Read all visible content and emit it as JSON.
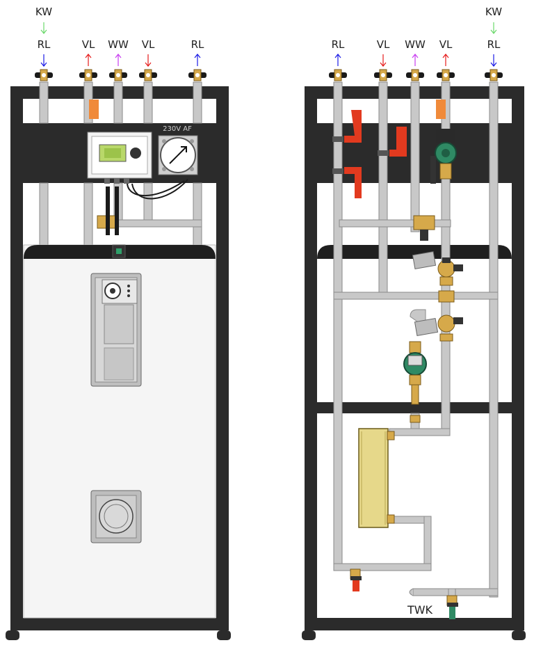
{
  "colors": {
    "frame": "#2b2b2b",
    "pipe": "#c8c8c8",
    "pipe_edge": "#8a8a8a",
    "brass": "#d6a94a",
    "hx": "#e6d88a",
    "red_handle": "#e23a1f",
    "green_pump": "#2f8a64",
    "orange_tag": "#f08a3a",
    "arrow_blue": "#1a1ae6",
    "arrow_red": "#e61a1a",
    "arrow_purple": "#c83cf0",
    "arrow_green": "#6ad86a"
  },
  "left_unit": {
    "top_labels": [
      {
        "id": "kw",
        "text": "KW",
        "arrow": "down",
        "color_key": "arrow_green"
      },
      {
        "id": "rl1",
        "text": "RL",
        "arrow": "down",
        "color_key": "arrow_blue"
      },
      {
        "id": "vl1",
        "text": "VL",
        "arrow": "up",
        "color_key": "arrow_red"
      },
      {
        "id": "ww",
        "text": "WW",
        "arrow": "up",
        "color_key": "arrow_purple"
      },
      {
        "id": "vl2",
        "text": "VL",
        "arrow": "down",
        "color_key": "arrow_red"
      },
      {
        "id": "rl2",
        "text": "RL",
        "arrow": "up",
        "color_key": "arrow_blue"
      }
    ],
    "terminal_label": "230V  AF"
  },
  "right_unit": {
    "top_labels": [
      {
        "id": "rl1",
        "text": "RL",
        "arrow": "up",
        "color_key": "arrow_blue"
      },
      {
        "id": "vl1",
        "text": "VL",
        "arrow": "down",
        "color_key": "arrow_red"
      },
      {
        "id": "ww",
        "text": "WW",
        "arrow": "up",
        "color_key": "arrow_purple"
      },
      {
        "id": "vl2",
        "text": "VL",
        "arrow": "up",
        "color_key": "arrow_red"
      },
      {
        "id": "kw",
        "text": "KW",
        "arrow": "down",
        "color_key": "arrow_green"
      },
      {
        "id": "rl2",
        "text": "RL",
        "arrow": "down",
        "color_key": "arrow_blue"
      }
    ],
    "twk_label": "TWK"
  },
  "icons": {
    "valve": "ball-valve-icon",
    "pump": "circulation-pump-icon",
    "controller": "controller-display-icon",
    "gauge": "pressure-gauge-icon"
  }
}
